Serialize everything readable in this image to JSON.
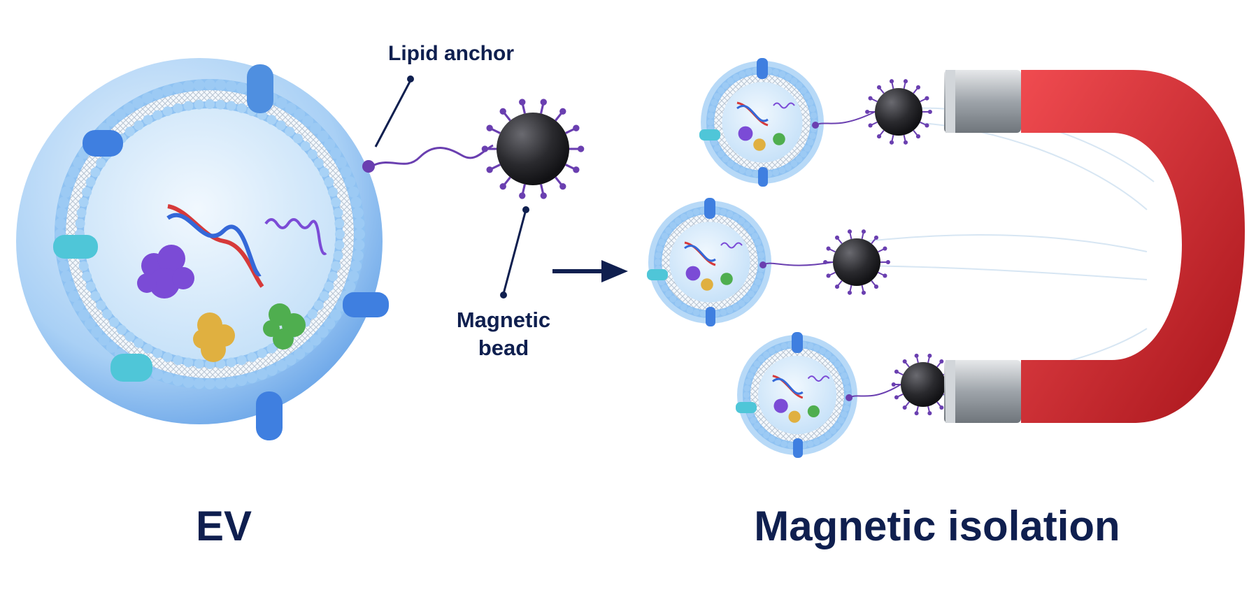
{
  "labels": {
    "lipid_anchor": "Lipid anchor",
    "magnetic_bead": "Magnetic bead",
    "ev": "EV",
    "magnetic_isolation": "Magnetic isolation"
  },
  "colors": {
    "text": "#0f1f4f",
    "membrane": "#8fc2f2",
    "membrane_dark": "#4f8fe0",
    "lumen": "#d6ebfb",
    "protein_blue": "#3f7fe0",
    "protein_teal": "#4fc6d8",
    "bead": "#2a2a2e",
    "bead_spike": "#6a3fb0",
    "linker": "#6a3fb0",
    "dna_red": "#d63a3a",
    "dna_blue": "#3468d8",
    "cargo_purple": "#7b4bd6",
    "cargo_yellow": "#e0b040",
    "cargo_green": "#4fae4f",
    "magnet_red": "#d9262e",
    "magnet_steel": "#9aa0a6",
    "arrow": "#0f1f4f"
  },
  "icons": [
    "extracellular-vesicle-icon",
    "magnetic-bead-icon",
    "horseshoe-magnet-icon",
    "arrow-right-icon"
  ]
}
